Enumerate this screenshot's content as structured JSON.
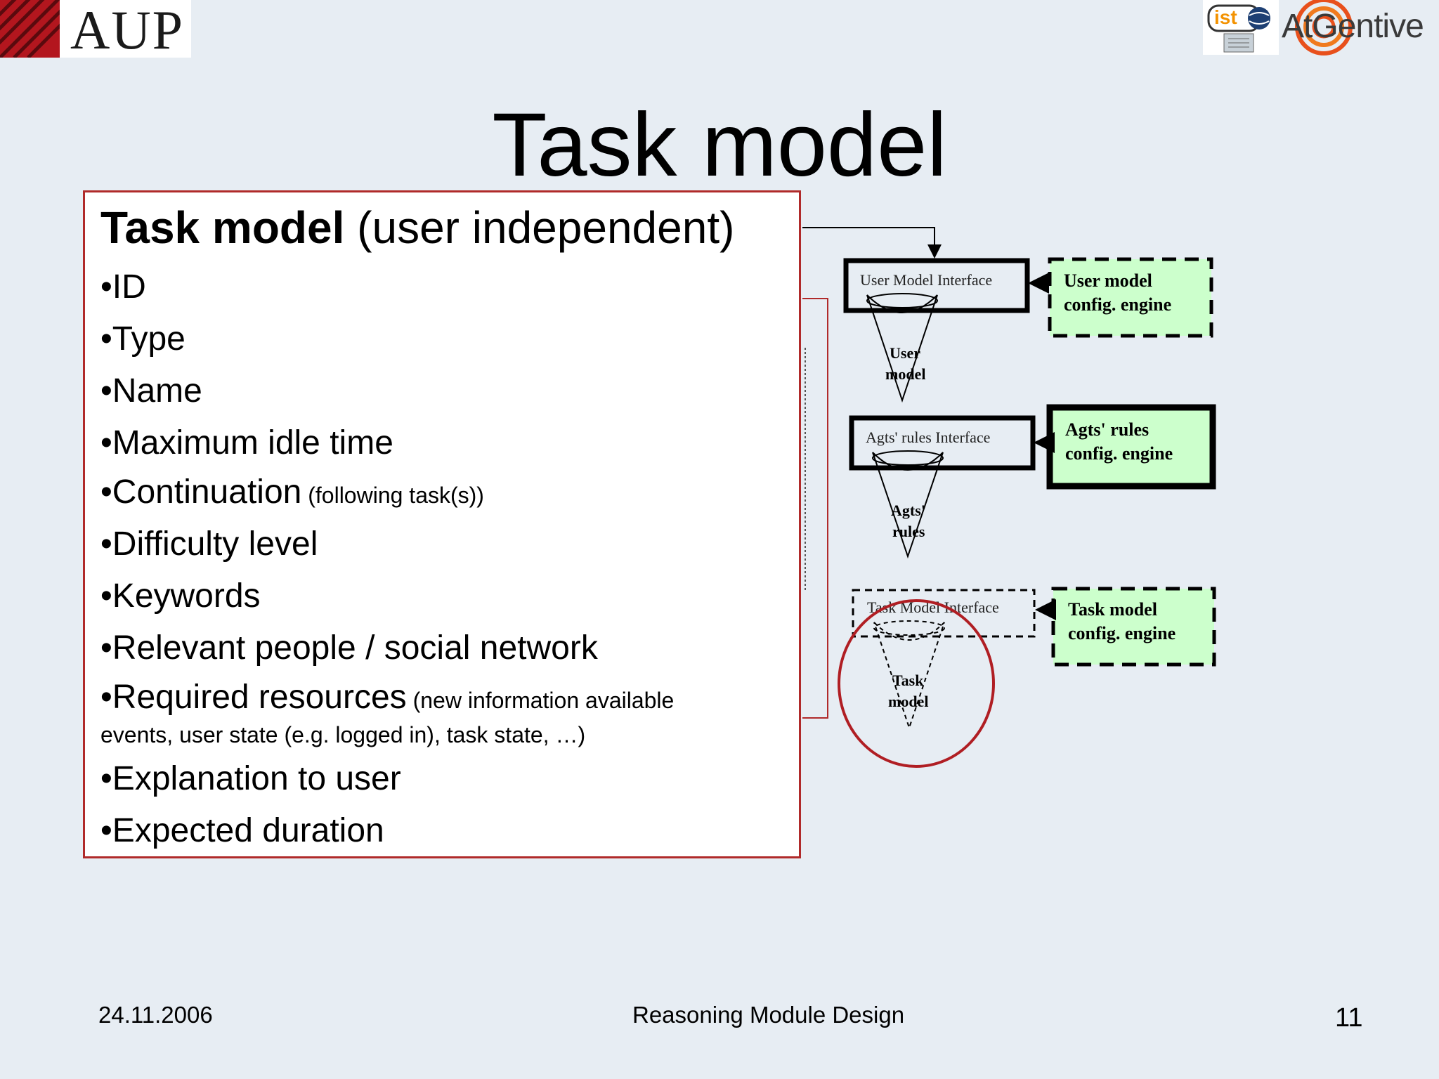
{
  "header": {
    "left_logo_text": "AUP",
    "right_logo_text": "AtGentive",
    "ist_logo_text": "ist"
  },
  "title": "Task model",
  "box": {
    "heading_bold": "Task model",
    "heading_rest": " (user independent)",
    "bullets": [
      {
        "main": "•ID",
        "note": ""
      },
      {
        "main": "•Type",
        "note": ""
      },
      {
        "main": "•Name",
        "note": ""
      },
      {
        "main": "•Maximum idle time",
        "note": ""
      },
      {
        "main": "•Continuation",
        "note": " (following task(s))"
      },
      {
        "main": "•Difficulty level",
        "note": ""
      },
      {
        "main": "•Keywords",
        "note": ""
      },
      {
        "main": "•Relevant people / social network",
        "note": ""
      },
      {
        "main": "•Required resources",
        "note": " (new information available",
        "note2": "events, user state (e.g. logged in), task state, …)"
      },
      {
        "main": "•Explanation to user",
        "note": ""
      },
      {
        "main": "•Expected duration",
        "note": ""
      }
    ]
  },
  "diagram": {
    "user_model_interface": "User Model Interface",
    "user_model_1": "User",
    "user_model_2": "model",
    "user_model_engine_1": "User model",
    "user_model_engine_2": "config. engine",
    "agts_interface": "Agts' rules Interface",
    "agts_1": "Agts'",
    "agts_2": "rules",
    "agts_engine_1": "Agts' rules",
    "agts_engine_2": "config. engine",
    "task_interface": "Task Model Interface",
    "task_1": "Task",
    "task_2": "model",
    "task_engine_1": "Task model",
    "task_engine_2": "config. engine",
    "colors": {
      "engine_fill": "#ccffcc",
      "highlight_circle": "#b01e23",
      "box_border": "#b02a2a"
    }
  },
  "footer": {
    "date": "24.11.2006",
    "center": "Reasoning Module Design",
    "page": "11"
  }
}
